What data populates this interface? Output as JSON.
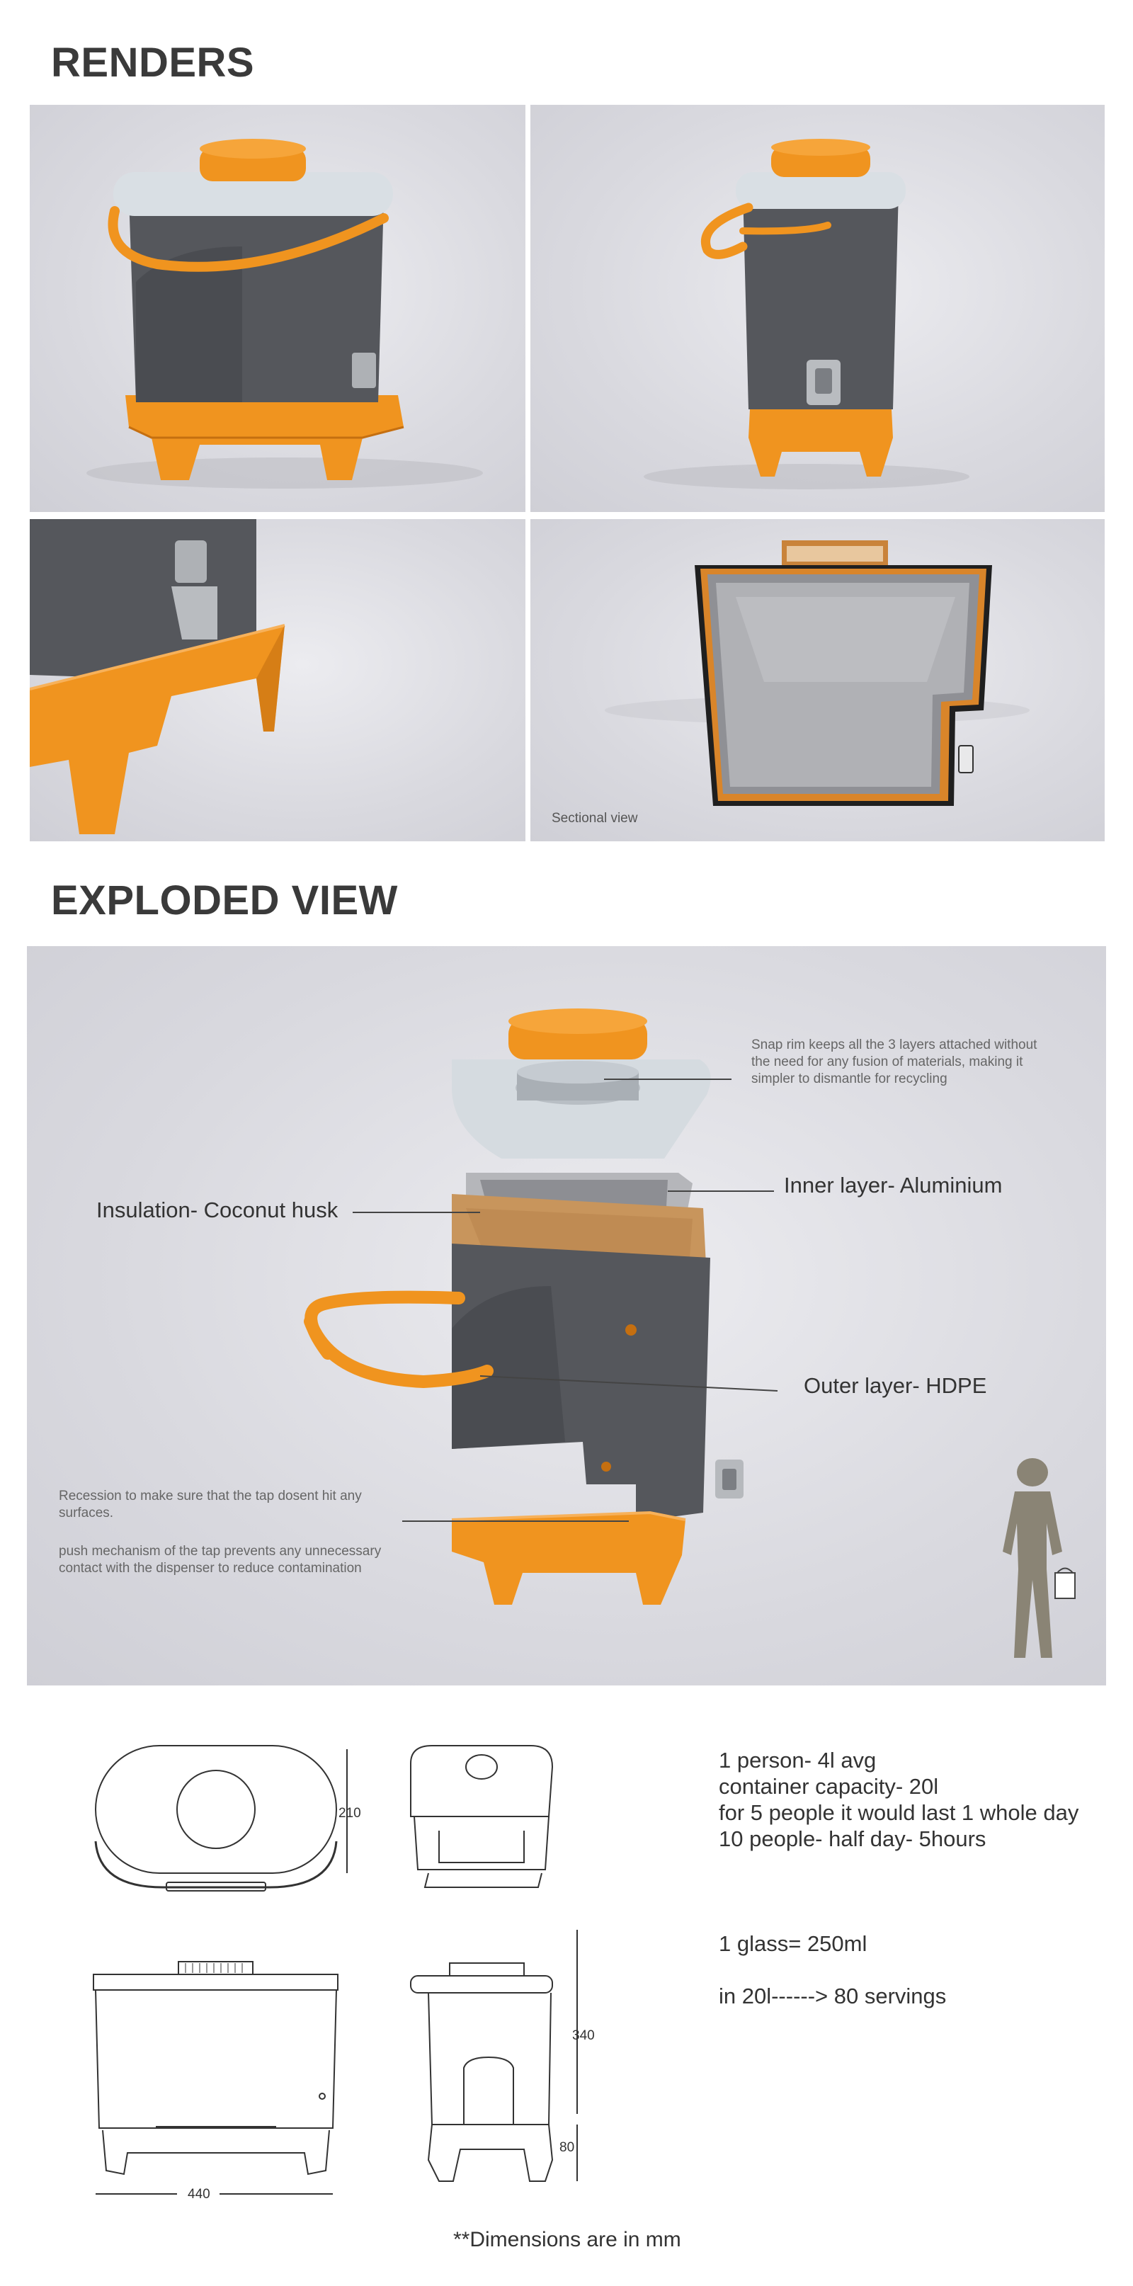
{
  "renders": {
    "title": "RENDERS",
    "sectional_caption": "Sectional view"
  },
  "exploded": {
    "title": "EXPLODED VIEW",
    "snap_rim": [
      "Snap rim keeps all the 3 layers attached without",
      "the need for any fusion of materials, making it",
      "simpler to dismantle for recycling"
    ],
    "inner_layer": "Inner layer- Aluminium",
    "insulation": "Insulation- Coconut husk",
    "outer_layer": "Outer layer- HDPE",
    "recession": [
      "Recession to make sure that the tap dosent hit any",
      "surfaces."
    ],
    "push_mechanism": [
      "push mechanism of the tap prevents any unnecessary",
      "contact with the dispenser to reduce contamination"
    ]
  },
  "specs": {
    "lines": [
      "1 person- 4l avg",
      "container capacity- 20l",
      "for 5 people it would last 1 whole day",
      "10 people- half day- 5hours"
    ],
    "glass": "1 glass= 250ml",
    "servings": "in 20l------> 80 servings"
  },
  "dimensions": {
    "depth": "210",
    "height_body": "340",
    "height_stand": "80",
    "width": "440",
    "note": "**Dimensions are in mm"
  },
  "colors": {
    "orange": "#f0941f",
    "body": "#55575c",
    "lid": "#d7dde2",
    "cork": "#c8955c"
  }
}
